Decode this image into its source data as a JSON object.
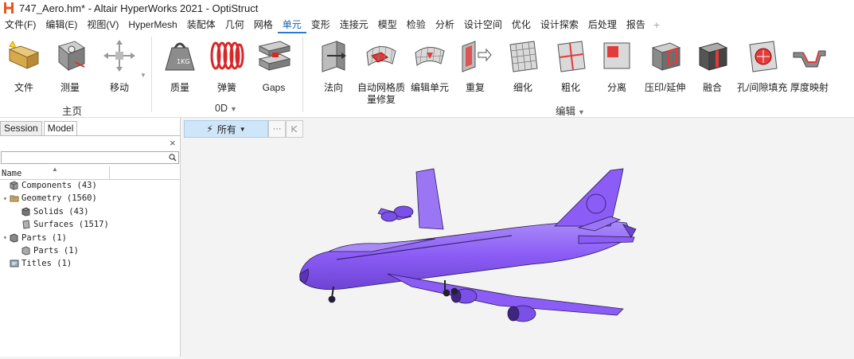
{
  "window": {
    "title": "747_Aero.hm* - Altair HyperWorks 2021 - OptiStruct"
  },
  "menubar": {
    "items": [
      "文件(F)",
      "编辑(E)",
      "视图(V)",
      "HyperMesh",
      "装配体",
      "几何",
      "网格",
      "单元",
      "变形",
      "连接元",
      "模型",
      "检验",
      "分析",
      "设计空间",
      "优化",
      "设计探索",
      "后处理",
      "报告"
    ],
    "active": "单元",
    "add_symbol": "+"
  },
  "ribbon": {
    "home": {
      "label": "主页",
      "buttons": [
        "文件",
        "测量",
        "移动"
      ]
    },
    "zero_d": {
      "label": "0D",
      "buttons": [
        "质量",
        "弹簧",
        "Gaps"
      ]
    },
    "edit": {
      "label": "编辑",
      "buttons": [
        "法向",
        "自动网格质量修复",
        "编辑单元",
        "重复",
        "细化",
        "粗化",
        "分离",
        "压印/延伸",
        "融合",
        "孔/间隙填充",
        "厚度映射"
      ],
      "auto_fix_line1": "自动网格质",
      "auto_fix_line2": "量修复"
    }
  },
  "left_panel": {
    "tabs": [
      "Session",
      "Model"
    ],
    "active_tab": "Model",
    "close_symbol": "×",
    "search_placeholder": "",
    "column_header": "Name",
    "tree": [
      {
        "label": "Components (43)",
        "level": 0,
        "expandable": false,
        "icon": "component-icon"
      },
      {
        "label": "Geometry (1560)",
        "level": 0,
        "expandable": true,
        "icon": "geometry-folder-icon"
      },
      {
        "label": "Solids (43)",
        "level": 1,
        "expandable": false,
        "icon": "solid-icon"
      },
      {
        "label": "Surfaces (1517)",
        "level": 1,
        "expandable": false,
        "icon": "surface-icon"
      },
      {
        "label": "Parts (1)",
        "level": 0,
        "expandable": true,
        "icon": "parts-icon"
      },
      {
        "label": "Parts (1)",
        "level": 1,
        "expandable": false,
        "icon": "part-icon"
      },
      {
        "label": "Titles (1)",
        "level": 0,
        "expandable": false,
        "icon": "titles-icon"
      }
    ]
  },
  "view_toolbar": {
    "selection_filter": "所有",
    "more_symbol": "···"
  },
  "viewport": {
    "model_color": "#8b5cf6",
    "background": "#f3f3f3"
  },
  "colors": {
    "accent": "#2a7ad5",
    "selection_bg": "#cfe6f8"
  }
}
